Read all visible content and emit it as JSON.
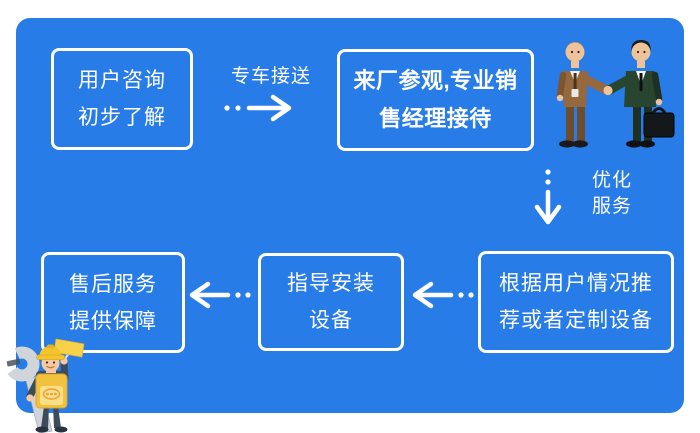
{
  "colors": {
    "panel_blue": "#287ce8",
    "text_white": "#ffffff",
    "suit_brown": "#96683e",
    "suit_green": "#27452f",
    "vest_yellow": "#f2c23e",
    "hat_yellow": "#f3c42d",
    "wrench_gray": "#cfd5d9",
    "flag_yellow": "#f7d14a"
  },
  "flow": {
    "steps": [
      {
        "id": "consult",
        "lines": [
          "用户咨询",
          "初步了解"
        ]
      },
      {
        "id": "visit",
        "lines": [
          "来厂参观,专业销",
          "售经理接待"
        ]
      },
      {
        "id": "recommend",
        "lines": [
          "根据用户情况推",
          "荐或者定制设备"
        ]
      },
      {
        "id": "install",
        "lines": [
          "指导安装",
          "设备"
        ]
      },
      {
        "id": "aftersale",
        "lines": [
          "售后服务",
          "提供保障"
        ]
      }
    ],
    "connectors": [
      {
        "id": "pickup",
        "label": "专车接送"
      },
      {
        "id": "optimize",
        "label_lines": [
          "优化",
          "服务"
        ]
      }
    ]
  },
  "illustrations": {
    "handshake": "businessmen-handshake",
    "worker": "service-worker-with-wrench-and-flag"
  }
}
